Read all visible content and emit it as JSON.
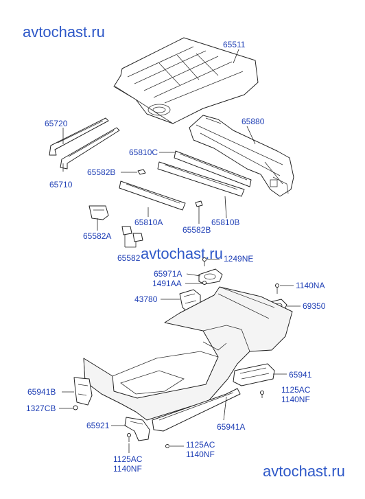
{
  "watermarks": {
    "top": "avtochast.ru",
    "middle": "avtochast.ru",
    "bottom": "avtochast.ru"
  },
  "labels": {
    "p65511": "65511",
    "p65720": "65720",
    "p65880": "65880",
    "p65810C": "65810C",
    "p65710": "65710",
    "p65582B_1": "65582B",
    "p65810A": "65810A",
    "p65582B_2": "65582B",
    "p65810B": "65810B",
    "p65582A": "65582A",
    "p65582": "65582",
    "p1249NE": "1249NE",
    "p65971A": "65971A",
    "p1491AA": "1491AA",
    "p1140NA": "1140NA",
    "p43780": "43780",
    "p69350": "69350",
    "p65941": "65941",
    "p65941B": "65941B",
    "p1125AC_1": "1125AC",
    "p1140NF_1": "1140NF",
    "p1327CB": "1327CB",
    "p65921": "65921",
    "p65941A": "65941A",
    "p1125AC_2": "1125AC",
    "p1140NF_2": "1140NF",
    "p1125AC_3": "1125AC",
    "p1140NF_3": "1140NF"
  }
}
